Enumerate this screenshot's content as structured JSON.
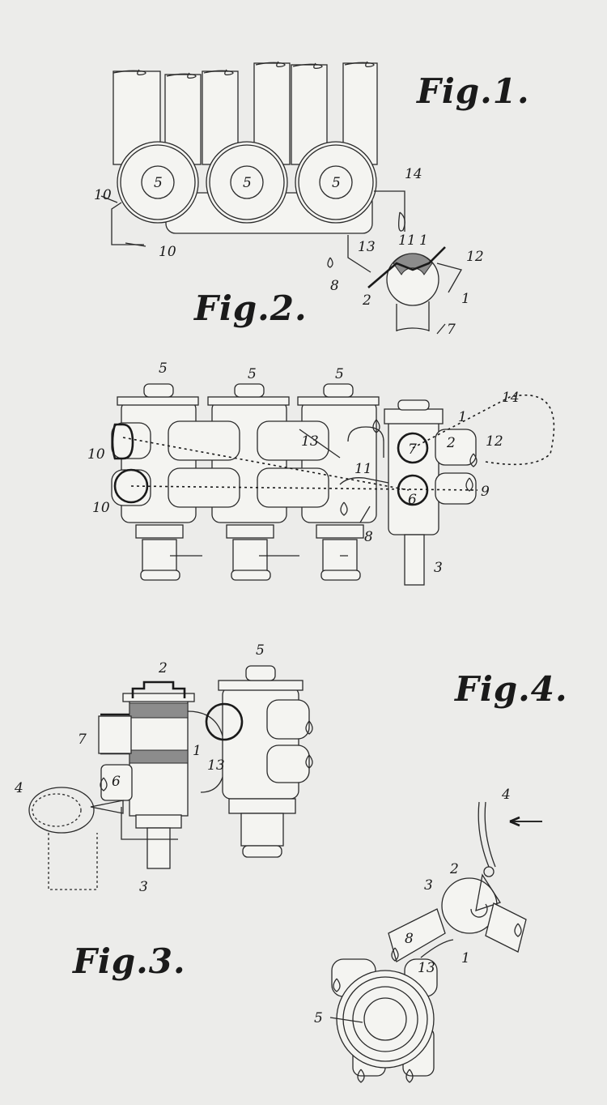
{
  "figures": {
    "fig1": {
      "title": "Fig.1.",
      "labels": [
        "5",
        "5",
        "5",
        "10",
        "10",
        "14",
        "13",
        "11",
        "1",
        "12",
        "8",
        "2",
        "1",
        "7"
      ]
    },
    "fig2": {
      "title": "Fig.2.",
      "labels": [
        "5",
        "5",
        "5",
        "14",
        "1",
        "10",
        "13",
        "7",
        "2",
        "12",
        "11",
        "10",
        "6",
        "9",
        "8",
        "3"
      ]
    },
    "fig3": {
      "title": "Fig.3.",
      "labels": [
        "2",
        "7",
        "1",
        "13",
        "6",
        "4",
        "3"
      ]
    },
    "fig4": {
      "title": "Fig.4.",
      "labels": [
        "5",
        "4",
        "2",
        "3",
        "8",
        "1",
        "13",
        "5"
      ]
    }
  }
}
